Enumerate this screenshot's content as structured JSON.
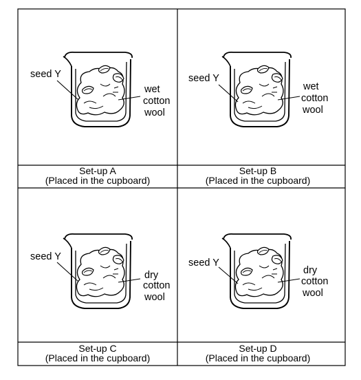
{
  "panels": [
    {
      "id": "A",
      "title": "Set-up A",
      "subtitle": "(Placed in the cupboard)",
      "seed_label": "seed Y",
      "wool_label": [
        "wet",
        "cotton",
        "wool"
      ]
    },
    {
      "id": "B",
      "title": "Set-up B",
      "subtitle": "(Placed in the cupboard)",
      "seed_label": "seed Y",
      "wool_label": [
        "wet",
        "cotton",
        "wool"
      ]
    },
    {
      "id": "C",
      "title": "Set-up C",
      "subtitle": "(Placed in the cupboard)",
      "seed_label": "seed Y",
      "wool_label": [
        "dry",
        "cotton",
        "wool"
      ]
    },
    {
      "id": "D",
      "title": "Set-up D",
      "subtitle": "(Placed in the cupboard)",
      "seed_label": "seed Y",
      "wool_label": [
        "dry",
        "cotton",
        "wool"
      ]
    }
  ]
}
